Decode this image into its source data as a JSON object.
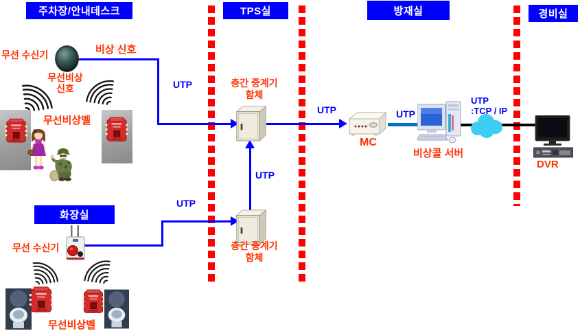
{
  "zones": {
    "parking_desk": {
      "label": "주차장/안내데스크"
    },
    "tps_room": {
      "label": "TPS실"
    },
    "disaster_room": {
      "label": "방재실"
    },
    "security_room": {
      "label": "경비실"
    },
    "restroom": {
      "label": "화장실"
    }
  },
  "labels": {
    "wireless_receiver": "무선 수신기",
    "emergency_signal": "비상 신호",
    "wireless_emergency_line1": "무선비상",
    "wireless_emergency_line2": "신호",
    "wireless_bell": "무선비상벨",
    "utp": "UTP",
    "repeater_line1": "층간 중계기",
    "repeater_line2": "함체",
    "mc": "MC",
    "emergency_call_server": "비상콜 서버",
    "utp_tcpip_line1": "UTP",
    "utp_tcpip_line2": ":TCP / IP",
    "dvr": "DVR"
  },
  "icons": {
    "dome_receiver": "dark-dome-wireless-receiver",
    "wifi_waves": "radio-signal-arcs",
    "emergency_bell": "red-wireless-emergency-bell",
    "wall_photo": "gray-wall",
    "girl": "cartoon-girl",
    "intruder": "cartoon-crouching-intruder",
    "repeater_cabinet": "beige-enclosure-cabinet",
    "mc_unit": "white-mc-converter-box",
    "server_pc": "desktop-computer-server",
    "network_cloud": "cyan-network-cloud",
    "dvr_monitor": "black-monitor-with-dvr",
    "toilet_photo": "toilet-photo",
    "antenna_receiver": "restroom-receiver-with-antennas"
  },
  "colors": {
    "zone_header_bg": "#0000ff",
    "zone_header_text": "#ffffff",
    "device_label_red": "#ff3300",
    "signal_line_blue": "#0000ff",
    "zone_divider_red": "#ff0000",
    "utp_text_blue": "#0000ff",
    "utp_thick_link": "#0070c0",
    "lan_cloud_cyan": "#3ecdf2",
    "dvr_link_black": "#000000"
  }
}
